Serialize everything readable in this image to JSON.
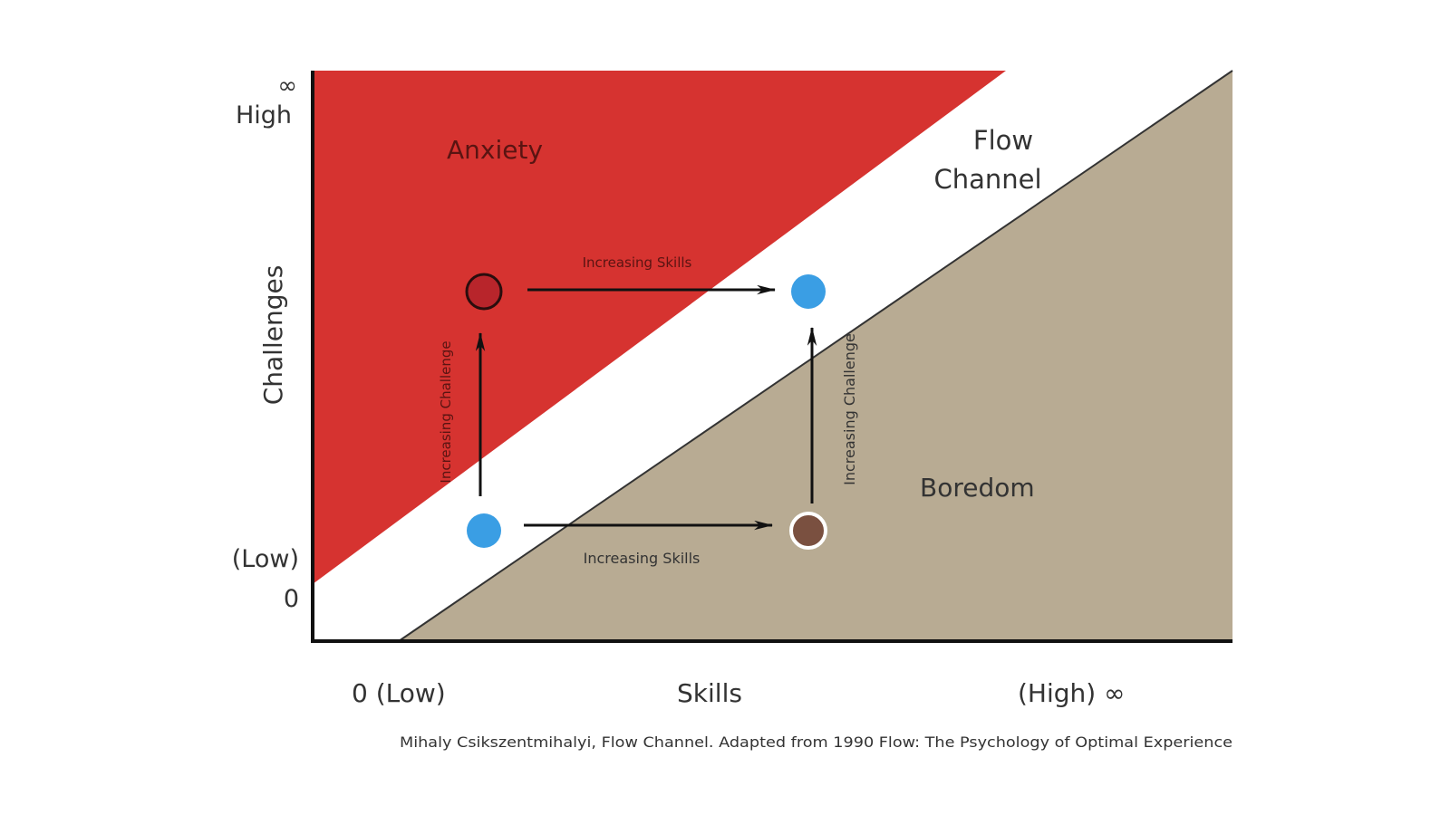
{
  "colors": {
    "anxiety": "#d63330",
    "boredom": "#b8ab93",
    "axis": "#111111",
    "dot_flow": "#3a9ee4",
    "dot_anxiety": "#b8252b",
    "dot_boredom": "#7a5040"
  },
  "axes": {
    "y_title": "Challenges",
    "y_high_symbol": "∞",
    "y_high": "High",
    "y_low": "(Low)",
    "y_zero": "0",
    "x_low": "0 (Low)",
    "x_title": "Skills",
    "x_high": "(High) ∞"
  },
  "regions": {
    "anxiety": "Anxiety",
    "flow_line1": "Flow",
    "flow_line2": "Channel",
    "boredom": "Boredom"
  },
  "arrows": {
    "top_skills": "Increasing Skills",
    "bottom_skills": "Increasing Skills",
    "left_challenge": "Increasing Challenge",
    "right_challenge": "Increasing Challenge"
  },
  "caption": "Mihaly Csikszentmihalyi, Flow Channel. Adapted from 1990  Flow: The Psychology of Optimal Experience"
}
